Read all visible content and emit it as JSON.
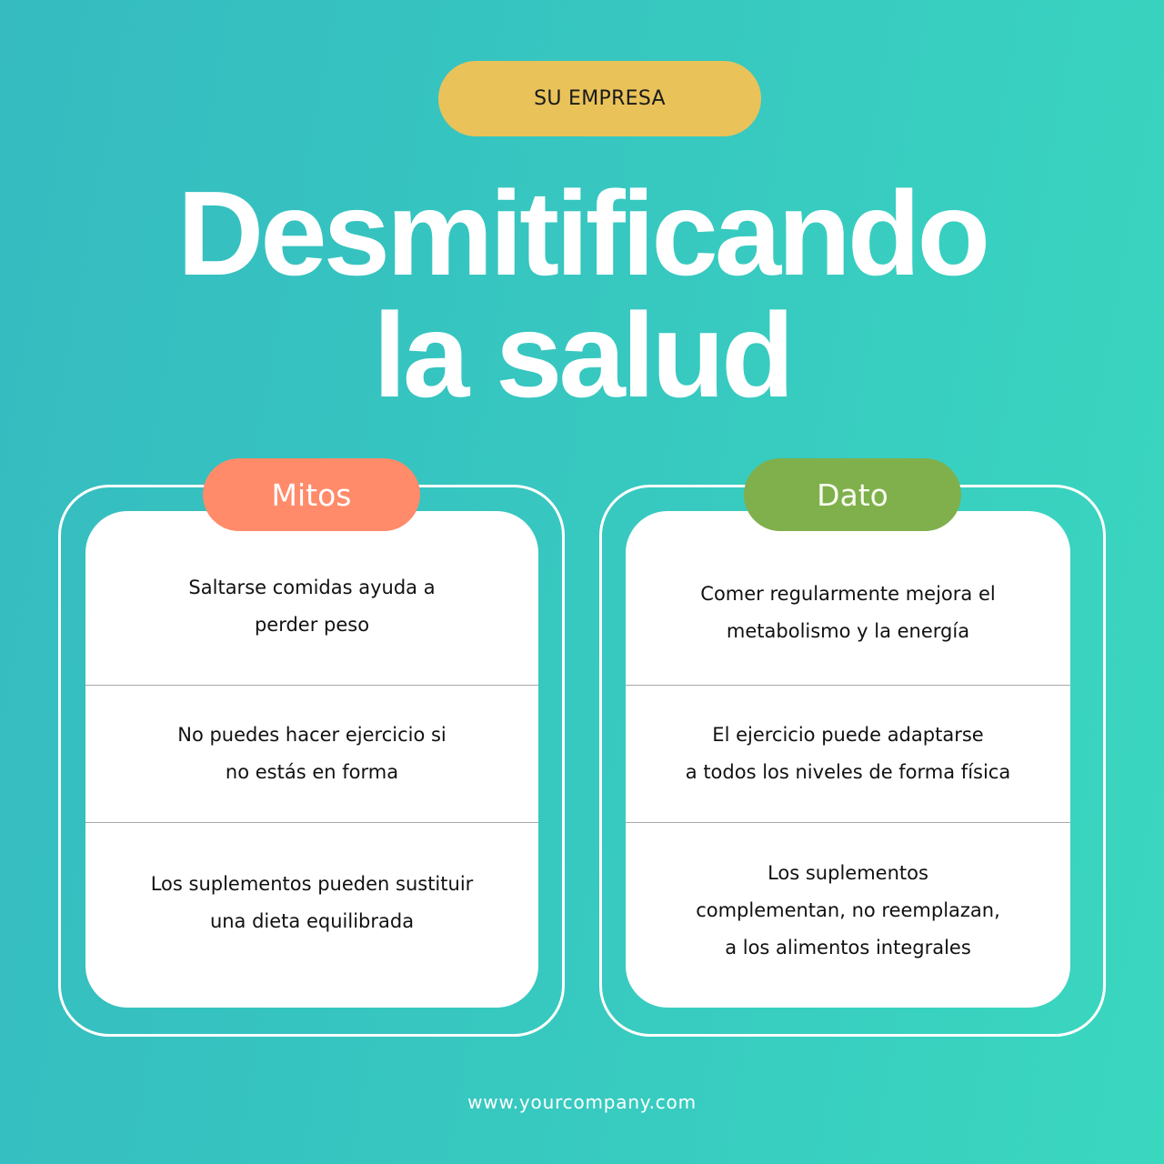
{
  "brand": {
    "label": "SU EMPRESA",
    "color": "#e9c25a"
  },
  "title": {
    "line1": "Desmitificando",
    "line2": "la salud"
  },
  "myths": {
    "label": "Mitos",
    "color": "#ff8b6a",
    "items": [
      "Saltarse comidas ayuda a\nperder peso",
      "No puedes hacer ejercicio si\nno estás en forma",
      "Los suplementos pueden sustituir\nuna dieta equilibrada"
    ]
  },
  "facts": {
    "label": "Dato",
    "color": "#7fb04c",
    "items": [
      "Comer regularmente mejora el\nmetabolismo y la energía",
      "El ejercicio puede adaptarse\na todos los niveles de forma física",
      "Los suplementos\ncomplementan, no reemplazan,\na los alimentos integrales"
    ]
  },
  "footer": {
    "url": "www.yourcompany.com"
  },
  "colors": {
    "background_start": "#35bbc0",
    "background_end": "#3ad7bf"
  }
}
